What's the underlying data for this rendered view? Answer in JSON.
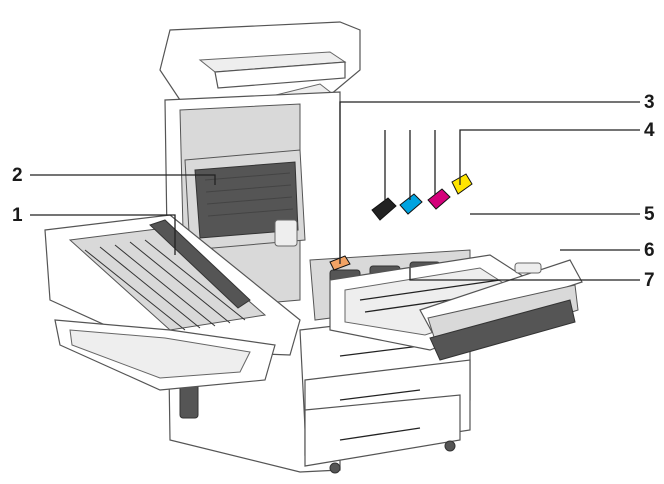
{
  "diagram": {
    "callouts": [
      {
        "id": "1",
        "label": "1"
      },
      {
        "id": "2",
        "label": "2"
      },
      {
        "id": "3",
        "label": "3"
      },
      {
        "id": "4",
        "label": "4"
      },
      {
        "id": "5",
        "label": "5"
      },
      {
        "id": "6",
        "label": "6"
      },
      {
        "id": "7",
        "label": "7"
      }
    ],
    "toner_colors": {
      "black": "#222222",
      "cyan": "#00a3e0",
      "magenta": "#d4007a",
      "yellow": "#ffe500",
      "orange": "#f2a365"
    }
  }
}
